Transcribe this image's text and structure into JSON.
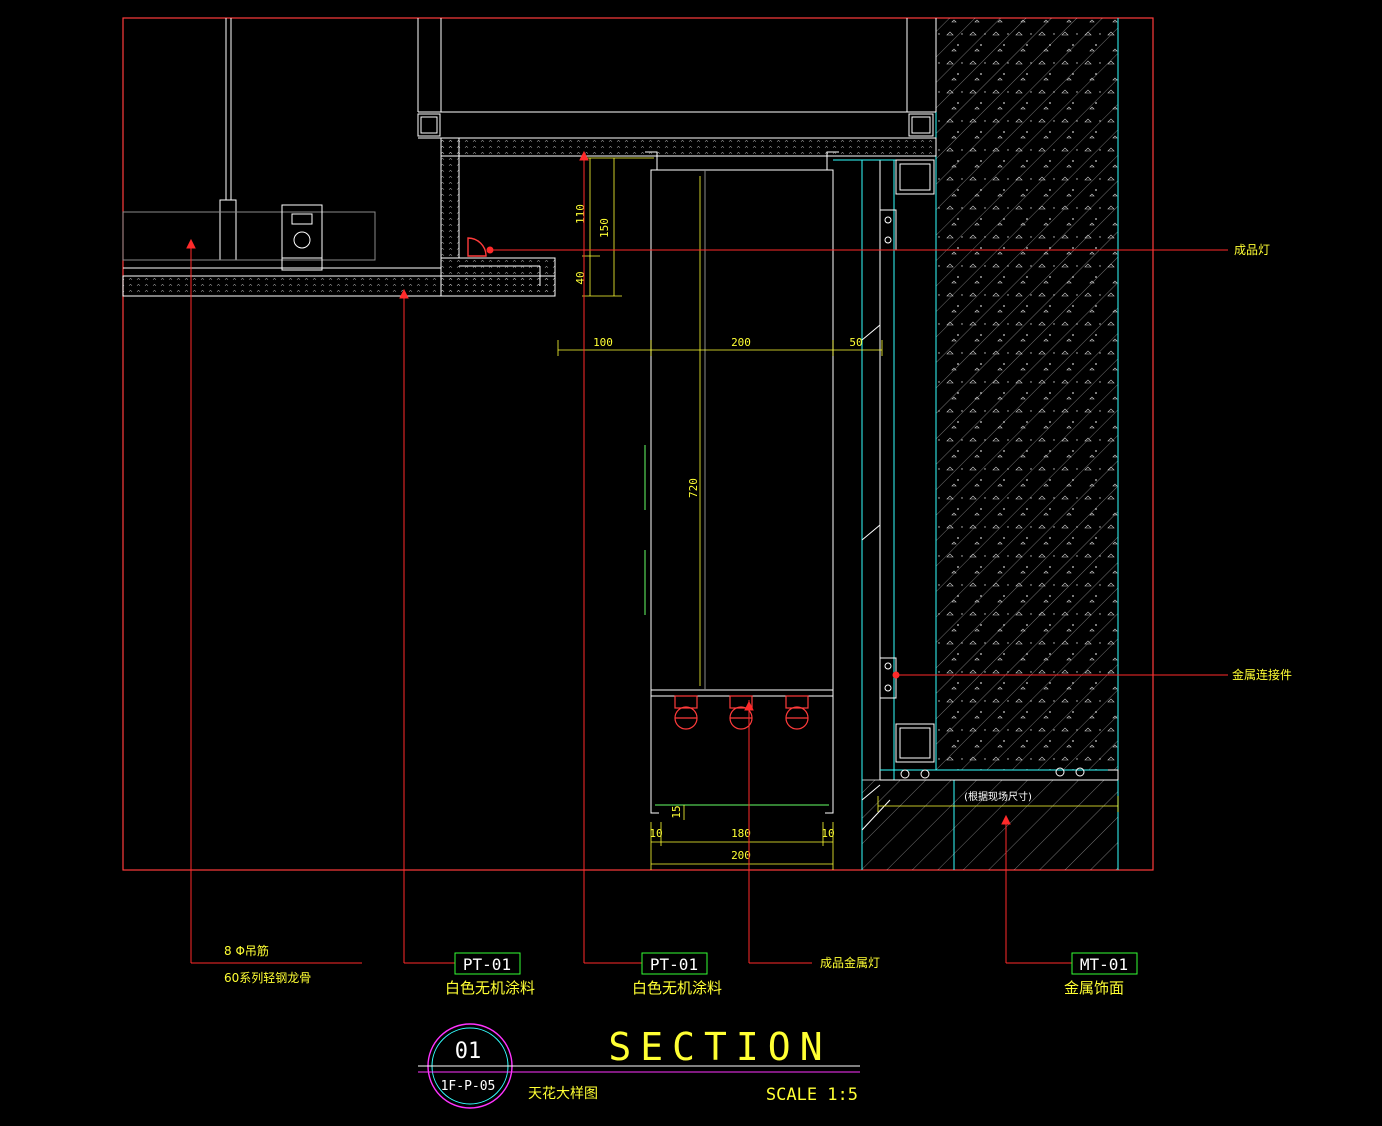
{
  "colors": {
    "background": "#000000",
    "frame": "#ff3b3b",
    "structure": "#ffffff",
    "gypsum": "#d8d8d8",
    "dimension": "#ffff33",
    "cyan": "#33ffff",
    "leader": "#ff2a2a",
    "tag_box": "#33ff33",
    "tag_text": "#ffffff",
    "title_circle": "#ff33ff",
    "green": "#66ff66"
  },
  "dimensions": {
    "d110": "110",
    "d150": "150",
    "d40": "40",
    "d100": "100",
    "d200_top": "200",
    "d50": "50",
    "d720": "720",
    "d15": "15",
    "d10_left": "10",
    "d180": "180",
    "d10_right": "10",
    "d200_bottom": "200"
  },
  "annotations": {
    "lamp_right": "成品灯",
    "connector": "金属连接件",
    "site_dimension": "(根据现场尺寸)",
    "rod": "8 Φ吊筋",
    "keel": "60系列轻钢龙骨",
    "metal_lamp": "成品金属灯"
  },
  "tags": [
    {
      "code": "PT-01",
      "desc": "白色无机涂料"
    },
    {
      "code": "PT-01",
      "desc": "白色无机涂料"
    },
    {
      "code": "MT-01",
      "desc": "金属饰面"
    }
  ],
  "title_block": {
    "number": "01",
    "sheet": "1F-P-05",
    "heading": "SECTION",
    "subtitle": "天花大样图",
    "scale": "SCALE 1:5"
  }
}
